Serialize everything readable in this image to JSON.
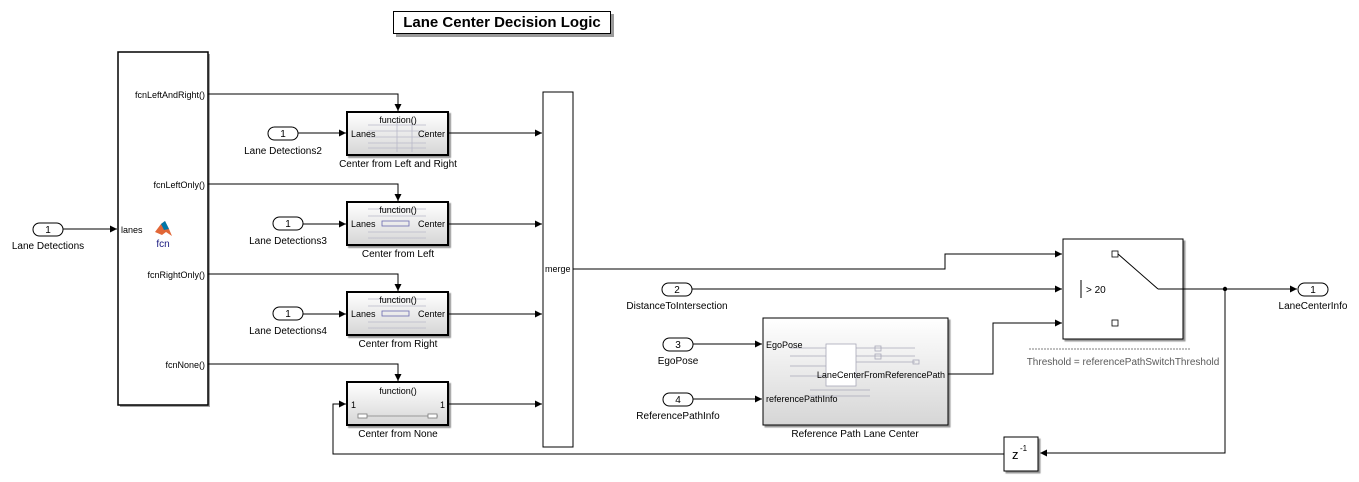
{
  "title": "Lane Center Decision Logic",
  "ports": {
    "in_lane_detections": {
      "num": "1",
      "label": "Lane Detections"
    },
    "in_lane_detections2": {
      "num": "1",
      "label": "Lane Detections2"
    },
    "in_lane_detections3": {
      "num": "1",
      "label": "Lane Detections3"
    },
    "in_lane_detections4": {
      "num": "1",
      "label": "Lane Detections4"
    },
    "in_distance": {
      "num": "2",
      "label": "DistanceToIntersection"
    },
    "in_egopose": {
      "num": "3",
      "label": "EgoPose"
    },
    "in_refpath": {
      "num": "4",
      "label": "ReferencePathInfo"
    },
    "out_lanecenter": {
      "num": "1",
      "label": "LaneCenterInfo"
    }
  },
  "fcn_block": {
    "input": "lanes",
    "icon_text": "fcn",
    "outputs": [
      "fcnLeftAndRight()",
      "fcnLeftOnly()",
      "fcnRightOnly()",
      "fcnNone()"
    ]
  },
  "subsystems": {
    "left_right": {
      "header": "function()",
      "in": "Lanes",
      "out": "Center",
      "name": "Center from Left and Right"
    },
    "left": {
      "header": "function()",
      "in": "Lanes",
      "out": "Center",
      "name": "Center from Left"
    },
    "right": {
      "header": "function()",
      "in": "Lanes",
      "out": "Center",
      "name": "Center from Right"
    },
    "none": {
      "header": "function()",
      "in": "1",
      "out": "1",
      "name": "Center from None"
    }
  },
  "merge": {
    "label": "merge"
  },
  "switch": {
    "criterion": "> 20",
    "param": "Threshold = referencePathSwitchThreshold"
  },
  "ref_path": {
    "in1": "EgoPose",
    "in2": "referencePathInfo",
    "out": "LaneCenterFromReferencePath",
    "name": "Reference Path Lane Center"
  },
  "delay": {
    "base": "z",
    "exp": "-1"
  }
}
